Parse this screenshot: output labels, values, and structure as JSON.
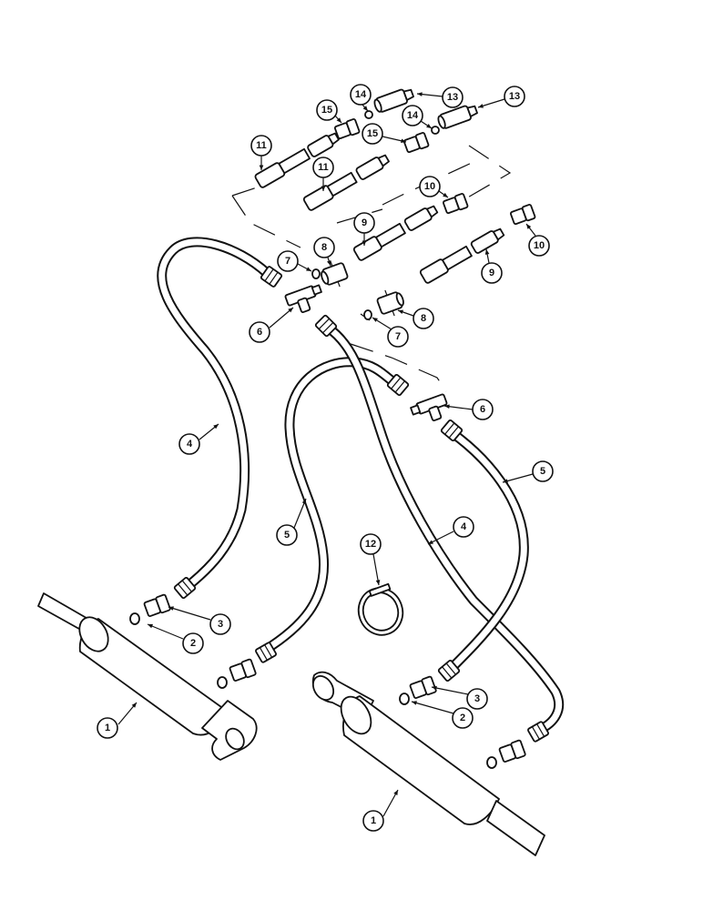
{
  "diagram": {
    "callouts": [
      {
        "label": "1"
      },
      {
        "label": "1"
      },
      {
        "label": "2"
      },
      {
        "label": "2"
      },
      {
        "label": "3"
      },
      {
        "label": "3"
      },
      {
        "label": "4"
      },
      {
        "label": "4"
      },
      {
        "label": "5"
      },
      {
        "label": "5"
      },
      {
        "label": "6"
      },
      {
        "label": "6"
      },
      {
        "label": "7"
      },
      {
        "label": "7"
      },
      {
        "label": "8"
      },
      {
        "label": "8"
      },
      {
        "label": "9"
      },
      {
        "label": "9"
      },
      {
        "label": "10"
      },
      {
        "label": "10"
      },
      {
        "label": "11"
      },
      {
        "label": "11"
      },
      {
        "label": "12"
      },
      {
        "label": "13"
      },
      {
        "label": "13"
      },
      {
        "label": "14"
      },
      {
        "label": "14"
      },
      {
        "label": "15"
      },
      {
        "label": "15"
      }
    ]
  }
}
